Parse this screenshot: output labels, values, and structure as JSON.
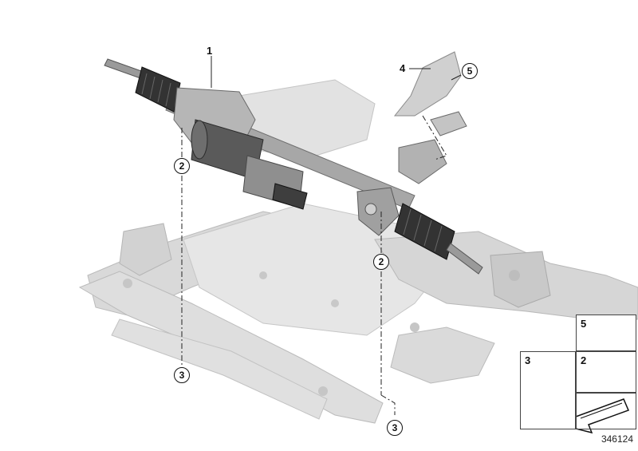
{
  "labels": {
    "part1": "1",
    "part4": "4"
  },
  "callouts": {
    "c2_left": "2",
    "c2_right": "2",
    "c3_left": "3",
    "c3_right": "3",
    "c5": "5"
  },
  "legend": {
    "item5": "5",
    "item3": "3",
    "item2": "2"
  },
  "diagram_code": "346124",
  "colors": {
    "subframe": "#dcdcdc",
    "subframe_edge": "#b8b8b8",
    "gear": "#a9a9a9",
    "motor": "#5c5c5c",
    "ink": "#111111"
  }
}
